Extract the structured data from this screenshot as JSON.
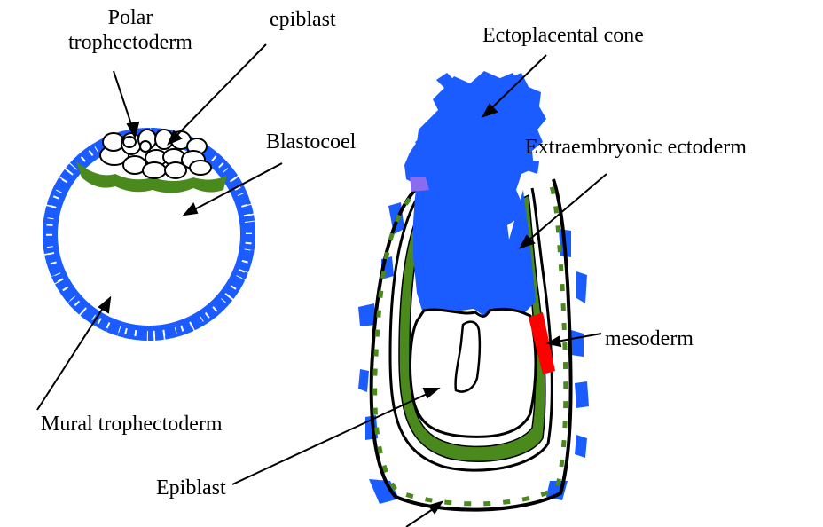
{
  "labels": {
    "polar_trophectoderm_line1": "Polar",
    "polar_trophectoderm_line2": "trophectoderm",
    "epiblast_upper": "epiblast",
    "blastocoel": "Blastocoel",
    "mural_trophectoderm": "Mural trophectoderm",
    "ectoplacental_cone": "Ectoplacental cone",
    "extraembryonic_ectoderm": "Extraembryonic ectoderm",
    "mesoderm": "mesoderm",
    "epiblast_lower": "Epiblast"
  },
  "colors": {
    "trophectoderm": "#1a5cff",
    "primitive_endoderm": "#4a8a1c",
    "mesoderm": "#ff0000",
    "outline": "#000000",
    "background": "#ffffff"
  }
}
